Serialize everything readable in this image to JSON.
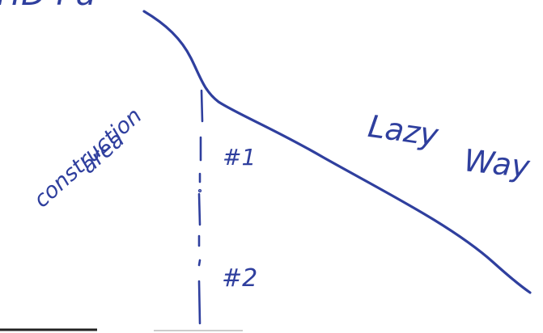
{
  "diagram": {
    "ink_color": "#2f3f9e",
    "labels": {
      "top_partial": "HD Pa",
      "construction": "construction",
      "area": "area",
      "lazy": "Lazy",
      "way": "Way",
      "marker_1": "#1",
      "marker_2": "#2"
    }
  }
}
